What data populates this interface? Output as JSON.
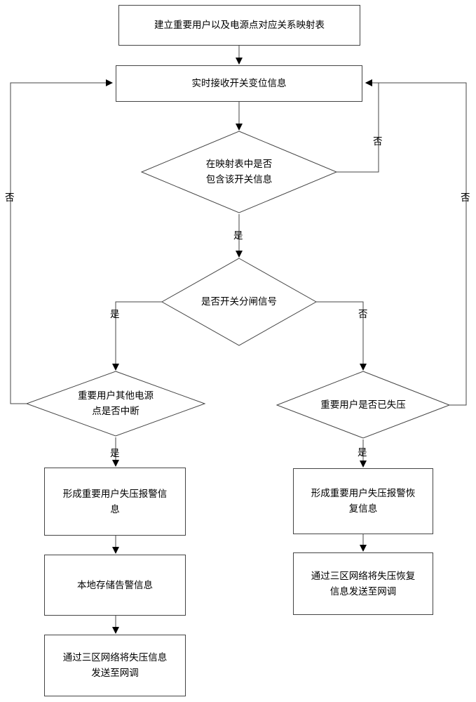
{
  "nodes": {
    "build_table": "建立重要用户以及电源点对应关系映射表",
    "receive_info": "实时接收开关变位信息",
    "in_table_q": "在映射表中是否\n包含该开关信息",
    "open_signal_q": "是否开关分闸信号",
    "other_power_q": "重要用户其他电源\n点是否中断",
    "lost_voltage_q": "重要用户是否已失压",
    "form_alarm": "形成重要用户失压报警信\n息",
    "local_store": "本地存储告警信息",
    "send_alarm": "通过三区网络将失压信息\n发送至网调",
    "form_recover": "形成重要用户失压报警恢\n复信息",
    "send_recover": "通过三区网络将失压恢复\n信息发送至网调"
  },
  "edge_labels": {
    "yes": "是",
    "no": "否"
  }
}
